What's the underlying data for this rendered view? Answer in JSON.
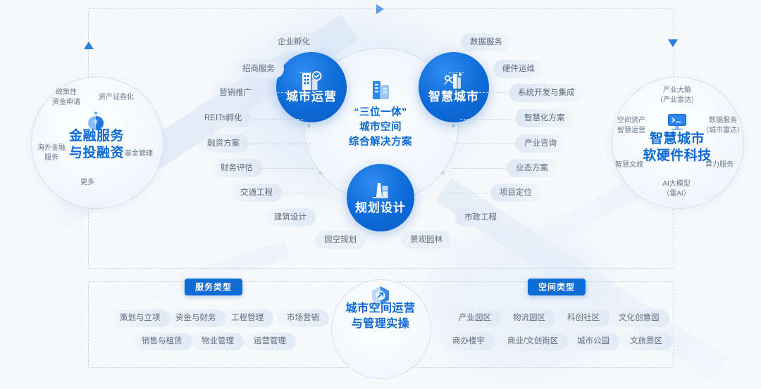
{
  "colors": {
    "brand_blue": "#0f6bd6",
    "node_blue": "#0d6ad7",
    "page_bg": "#f7f9fb",
    "pill_bg": "#e6eef8",
    "pill_text": "#5c6b7e",
    "frame_dash": "#c9d4e2"
  },
  "center": {
    "headline": [
      "“三位一体”",
      "城市空间",
      "综合解决方案"
    ],
    "icon": "building-icon",
    "nodes": [
      {
        "label": "城市运营",
        "icon": "city-building-check-icon"
      },
      {
        "label": "智慧城市",
        "icon": "smart-network-icon"
      },
      {
        "label": "规划设计",
        "icon": "blueprint-tower-icon"
      }
    ]
  },
  "left_circle": {
    "title": [
      "金融服务",
      "与投融资"
    ],
    "icon": "money-bag-icon",
    "keywords": [
      "政策性\n资金申请",
      "资产证券化",
      "海外金融\n服务",
      "基金管理",
      "更多"
    ],
    "kw": {
      "top_left": "政策性\n资金申请",
      "top_right": "资产证券化",
      "mid_left": "海外金融\n服务",
      "mid_right": "基金管理",
      "bottom": "更多"
    }
  },
  "right_circle": {
    "title": [
      "智慧城市",
      "软硬件科技"
    ],
    "icon": "monitor-terminal-icon",
    "kw": {
      "top": "产业大脑\n（产业雷达）",
      "mid_left": "空间资产\n智慧运营",
      "mid_right": "数据服务\n（城市雷达）",
      "low_left": "智慧文旅",
      "low_right": "算力服务",
      "bottom": "AI大模型\n（雷AI）"
    }
  },
  "left_tags": [
    "企业孵化",
    "招商服务",
    "营销推广",
    "REITs孵化",
    "融资方案",
    "财务评估",
    "交通工程",
    "建筑设计"
  ],
  "right_tags": [
    "数据服务",
    "硬件运维",
    "系统开发与集成",
    "智慧化方案",
    "产业咨询",
    "业态方案",
    "项目定位",
    "市政工程"
  ],
  "bottom_tags": [
    "国空规划",
    "景观园林"
  ],
  "bottom_panel": {
    "service_badge": "服务类型",
    "space_badge": "空间类型",
    "practice_title": [
      "城市空间运营",
      "与管理实操"
    ],
    "practice_icon": "hexagon-arrow-icon",
    "service_tags_row1": [
      "策划与立项",
      "资金与财务",
      "工程管理",
      "市场营销"
    ],
    "service_tags_row2": [
      "销售与租赁",
      "物业管理",
      "运营管理"
    ],
    "space_tags_row1": [
      "产业园区",
      "物流园区",
      "科创社区",
      "文化创意园"
    ],
    "space_tags_row2": [
      "商办楼宇",
      "商业/文创街区",
      "城市公园",
      "文旅景区"
    ]
  }
}
